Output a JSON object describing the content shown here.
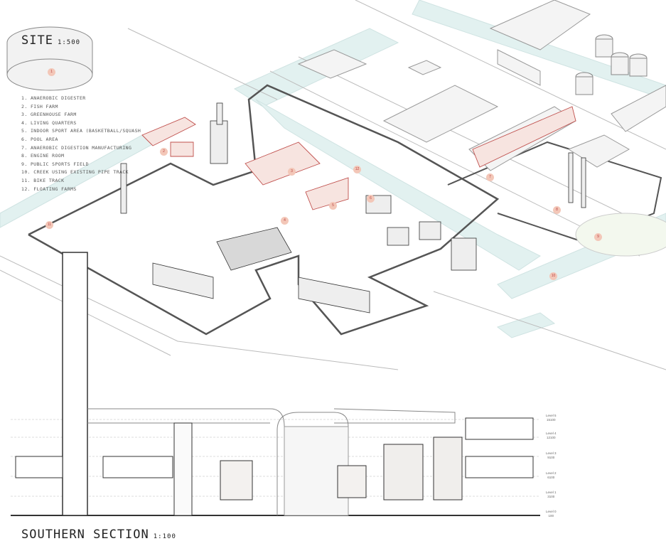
{
  "site": {
    "title": "SITE",
    "scale": "1:500"
  },
  "section": {
    "title": "SOUTHERN SECTION",
    "scale": "1:100"
  },
  "legend": [
    "1. ANAEROBIC DIGESTER",
    "2. FISH FARM",
    "3. GREENHOUSE FARM",
    "4. LIVING QUARTERS",
    "5. INDOOR SPORT AREA (BASKETBALL/SQUASH",
    "6. POOL AREA",
    "7. ANAEROBIC DIGESTION MANUFACTURING",
    "8. ENGINE ROOM",
    "9. PUBLIC SPORTS FIELD",
    "10. CREEK USING EXISTING PIPE TRACK",
    "11. BIKE TRACK",
    "12. FLOATING FARMS"
  ],
  "markers": [
    "1",
    "2",
    "3",
    "4",
    "5",
    "6",
    "7",
    "8",
    "9",
    "10",
    "11",
    "12"
  ],
  "levels": [
    {
      "name": "Level 5",
      "value": "15100"
    },
    {
      "name": "Level 4",
      "value": "12100"
    },
    {
      "name": "Level 3",
      "value": "9100"
    },
    {
      "name": "Level 2",
      "value": "6100"
    },
    {
      "name": "Level 1",
      "value": "3100"
    },
    {
      "name": "Level 0",
      "value": "100"
    }
  ],
  "colors": {
    "water": "#dcefee",
    "accent": "#c0504d",
    "line": "#444444"
  }
}
